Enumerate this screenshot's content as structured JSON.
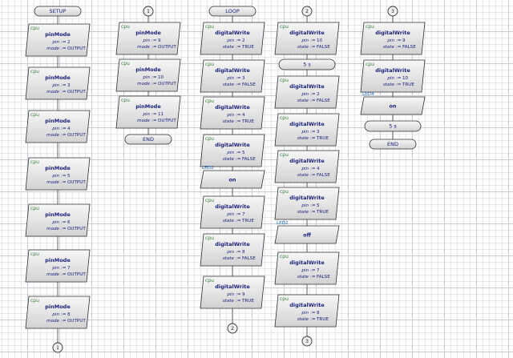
{
  "columns": [
    {
      "start": "SETUP",
      "blocks": [
        {
          "kind": "call",
          "owner": "cpu",
          "func": "pinMode",
          "params": [
            [
              "pin",
              "2"
            ],
            [
              "mode",
              "OUTPUT"
            ]
          ]
        },
        {
          "kind": "call",
          "owner": "cpu",
          "func": "pinMode",
          "params": [
            [
              "pin",
              "3"
            ],
            [
              "mode",
              "OUTPUT"
            ]
          ]
        },
        {
          "kind": "call",
          "owner": "cpu",
          "func": "pinMode",
          "params": [
            [
              "pin",
              "4"
            ],
            [
              "mode",
              "OUTPUT"
            ]
          ]
        },
        {
          "kind": "call",
          "owner": "cpu",
          "func": "pinMode",
          "params": [
            [
              "pin",
              "5"
            ],
            [
              "mode",
              "OUTPUT"
            ]
          ]
        },
        {
          "kind": "call",
          "owner": "cpu",
          "func": "pinMode",
          "params": [
            [
              "pin",
              "6"
            ],
            [
              "mode",
              "OUTPUT"
            ]
          ]
        },
        {
          "kind": "call",
          "owner": "cpu",
          "func": "pinMode",
          "params": [
            [
              "pin",
              "7"
            ],
            [
              "mode",
              "OUTPUT"
            ]
          ]
        },
        {
          "kind": "call",
          "owner": "cpu",
          "func": "pinMode",
          "params": [
            [
              "pin",
              "8"
            ],
            [
              "mode",
              "OUTPUT"
            ]
          ]
        }
      ],
      "end": "1"
    },
    {
      "start": "1",
      "blocks": [
        {
          "kind": "call",
          "owner": "cpu",
          "func": "pinMode",
          "params": [
            [
              "pin",
              "9"
            ],
            [
              "mode",
              "OUTPUT"
            ]
          ]
        },
        {
          "kind": "call",
          "owner": "cpu",
          "func": "pinMode",
          "params": [
            [
              "pin",
              "10"
            ],
            [
              "mode",
              "OUTPUT"
            ]
          ]
        },
        {
          "kind": "call",
          "owner": "cpu",
          "func": "pinMode",
          "params": [
            [
              "pin",
              "11"
            ],
            [
              "mode",
              "OUTPUT"
            ]
          ]
        }
      ],
      "end": "END"
    },
    {
      "start": "LOOP",
      "blocks": [
        {
          "kind": "call",
          "owner": "cpu",
          "func": "digitalWrite",
          "params": [
            [
              "pin",
              "2"
            ],
            [
              "state",
              "TRUE"
            ]
          ]
        },
        {
          "kind": "call",
          "owner": "cpu",
          "func": "digitalWrite",
          "params": [
            [
              "pin",
              "3"
            ],
            [
              "state",
              "FALSE"
            ]
          ]
        },
        {
          "kind": "call",
          "owner": "cpu",
          "func": "digitalWrite",
          "params": [
            [
              "pin",
              "4"
            ],
            [
              "state",
              "TRUE"
            ]
          ]
        },
        {
          "kind": "call",
          "owner": "cpu",
          "func": "digitalWrite",
          "params": [
            [
              "pin",
              "5"
            ],
            [
              "state",
              "FALSE"
            ]
          ]
        },
        {
          "kind": "io",
          "owner": "LED2",
          "text": "on"
        },
        {
          "kind": "call",
          "owner": "cpu",
          "func": "digitalWrite",
          "params": [
            [
              "pin",
              "7"
            ],
            [
              "state",
              "TRUE"
            ]
          ]
        },
        {
          "kind": "call",
          "owner": "cpu",
          "func": "digitalWrite",
          "params": [
            [
              "pin",
              "8"
            ],
            [
              "state",
              "FALSE"
            ]
          ]
        },
        {
          "kind": "call",
          "owner": "cpu",
          "func": "digitalWrite",
          "params": [
            [
              "pin",
              "9"
            ],
            [
              "state",
              "TRUE"
            ]
          ]
        }
      ],
      "end": "2"
    },
    {
      "start": "2",
      "blocks": [
        {
          "kind": "call",
          "owner": "cpu",
          "func": "digitalWrite",
          "params": [
            [
              "pin",
              "10"
            ],
            [
              "state",
              "FALSE"
            ]
          ]
        },
        {
          "kind": "delay",
          "text": "5 s"
        },
        {
          "kind": "call",
          "owner": "cpu",
          "func": "digitalWrite",
          "params": [
            [
              "pin",
              "2"
            ],
            [
              "state",
              "FALSE"
            ]
          ]
        },
        {
          "kind": "call",
          "owner": "cpu",
          "func": "digitalWrite",
          "params": [
            [
              "pin",
              "3"
            ],
            [
              "state",
              "TRUE"
            ]
          ]
        },
        {
          "kind": "call",
          "owner": "cpu",
          "func": "digitalWrite",
          "params": [
            [
              "pin",
              "4"
            ],
            [
              "state",
              "FALSE"
            ]
          ]
        },
        {
          "kind": "call",
          "owner": "cpu",
          "func": "digitalWrite",
          "params": [
            [
              "pin",
              "5"
            ],
            [
              "state",
              "TRUE"
            ]
          ]
        },
        {
          "kind": "io",
          "owner": "LED2",
          "text": "off"
        },
        {
          "kind": "call",
          "owner": "cpu",
          "func": "digitalWrite",
          "params": [
            [
              "pin",
              "7"
            ],
            [
              "state",
              "FALSE"
            ]
          ]
        },
        {
          "kind": "call",
          "owner": "cpu",
          "func": "digitalWrite",
          "params": [
            [
              "pin",
              "8"
            ],
            [
              "state",
              "TRUE"
            ]
          ]
        }
      ],
      "end": "3"
    },
    {
      "start": "3",
      "blocks": [
        {
          "kind": "call",
          "owner": "cpu",
          "func": "digitalWrite",
          "params": [
            [
              "pin",
              "9"
            ],
            [
              "state",
              "FALSE"
            ]
          ]
        },
        {
          "kind": "call",
          "owner": "cpu",
          "func": "digitalWrite",
          "params": [
            [
              "pin",
              "10"
            ],
            [
              "state",
              "TRUE"
            ]
          ]
        },
        {
          "kind": "io",
          "owner": "LED4",
          "text": "on"
        },
        {
          "kind": "delay",
          "text": "5 s"
        }
      ],
      "end": "END"
    }
  ]
}
